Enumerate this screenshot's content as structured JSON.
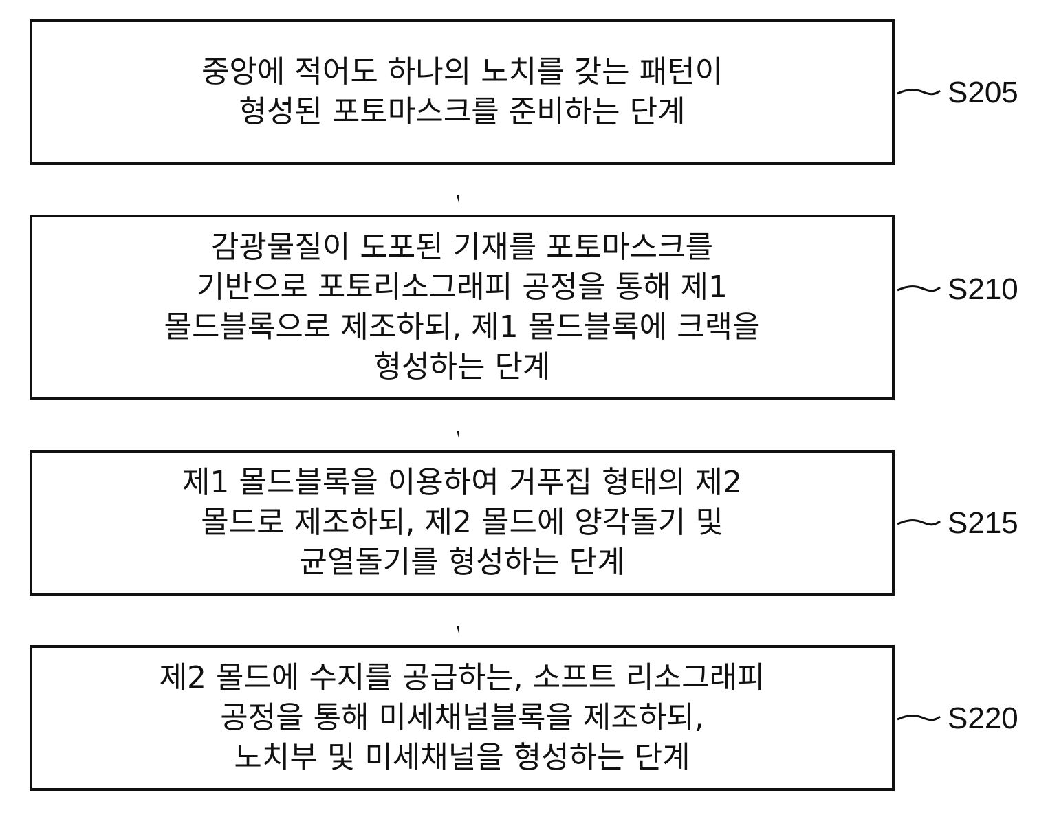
{
  "steps": [
    {
      "id": "S205",
      "lines": [
        "중앙에 적어도 하나의 노치를 갖는 패턴이",
        "형성된 포토마스크를 준비하는 단계"
      ]
    },
    {
      "id": "S210",
      "lines": [
        "감광물질이 도포된 기재를 포토마스크를",
        "기반으로 포토리소그래피 공정을 통해 제1",
        "몰드블록으로 제조하되, 제1 몰드블록에 크랙을",
        "형성하는 단계"
      ]
    },
    {
      "id": "S215",
      "lines": [
        "제1 몰드블록을 이용하여 거푸집 형태의 제2",
        "몰드로 제조하되, 제2 몰드에 양각돌기 및",
        "균열돌기를 형성하는 단계"
      ]
    },
    {
      "id": "S220",
      "lines": [
        "제2 몰드에 수지를 공급하는, 소프트 리소그래피",
        "공정을 통해 미세채널블록을 제조하되,",
        "노치부 및 미세채널을 형성하는 단계"
      ]
    }
  ]
}
